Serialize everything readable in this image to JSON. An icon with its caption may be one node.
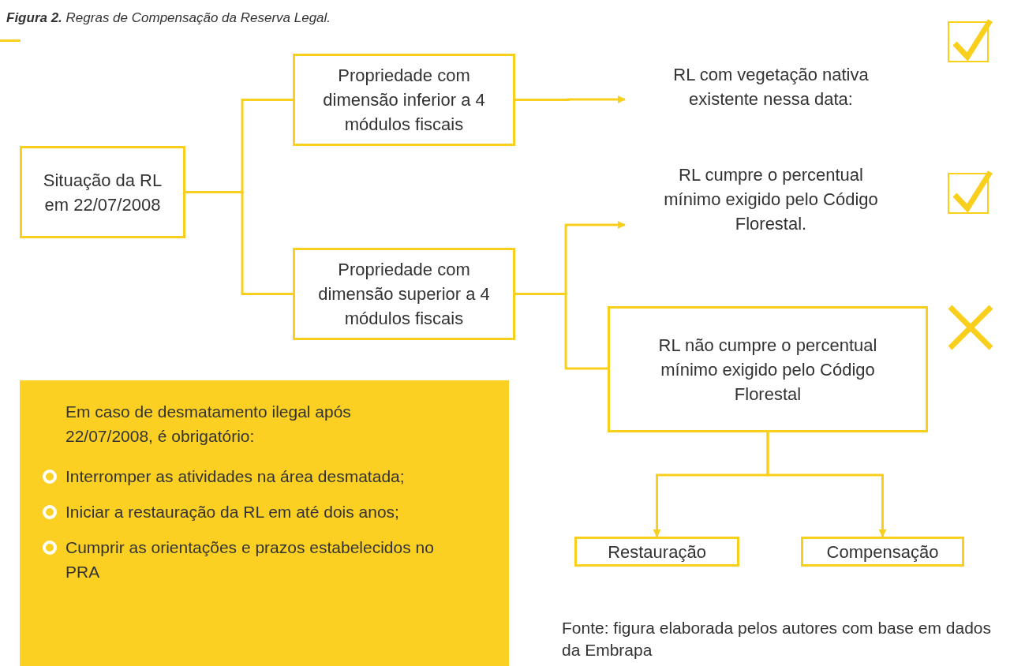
{
  "diagram": {
    "title": "**Figura 2.** Regras de Compensação da Reserva Legal.",
    "caption": "Fonte: figura elaborada pelos autores com base em dados da Embrapa",
    "nodes": [
      {
        "text": [
          "Situação da RL em 22/07/2008"
        ]
      },
      {
        "text": [
          "Propriedade com dimensão inferior a 4 módulos fiscais"
        ]
      },
      {
        "text": [
          "RL com vegetação nativa existente nessa data:"
        ]
      },
      {
        "text": [
          "Propriedade com dimensão superior a 4 módulos fiscais"
        ]
      },
      {
        "text": [
          "RL cumpre o percentual mínimo exigido pelo Código Florestal."
        ]
      },
      {
        "text": [
          "RL não cumpre o percentual mínimo exigido pelo Código Florestal"
        ]
      },
      {
        "text": [
          "Restauração"
        ]
      },
      {
        "text": [
          "Compensação"
        ]
      },
      {
        "text": [
          "Em caso de desmatamento ilegal após 22/07/2008, é obrigatório:",
          "Interromper as atividades na área desmatada;",
          "Iniciar a restauração da RL em até dois anos;",
          "Cumprir as orientações e prazos estabelecidos no PRA"
        ]
      }
    ],
    "edges": [
      {
        "from": 0,
        "to": 1,
        "arrow": "none"
      },
      {
        "from": 0,
        "to": 3,
        "arrow": "none"
      },
      {
        "from": 1,
        "to": 2,
        "arrow": "to"
      },
      {
        "from": 3,
        "to": 4,
        "arrow": "to"
      },
      {
        "from": 3,
        "to": 5,
        "arrow": "none"
      },
      {
        "from": 5,
        "to": 6,
        "arrow": "to"
      },
      {
        "from": 5,
        "to": 7,
        "arrow": "to"
      }
    ]
  }
}
